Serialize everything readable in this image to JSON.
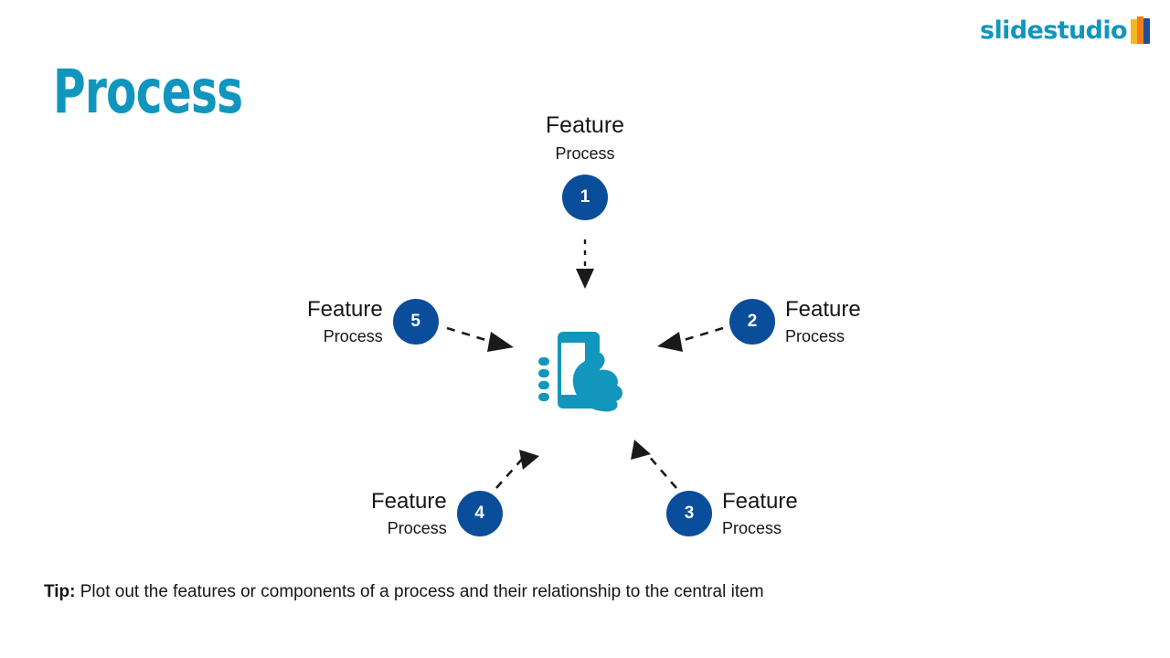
{
  "logo": {
    "text": "slidestudio",
    "mark_colors": [
      "#f5b722",
      "#f07f17",
      "#1d4f9e"
    ],
    "text_color": "#1096be"
  },
  "title": "Process",
  "theme": {
    "accent_teal": "#1096be",
    "badge_blue": "#0a4e9b",
    "text_dark": "#16161a",
    "connector_dark": "#1a1a1a",
    "background": "#ffffff"
  },
  "diagram": {
    "center_icon": "hand-holding-smartphone-icon",
    "center_icon_color": "#1296bd",
    "nodes": [
      {
        "number": "1",
        "feature": "Feature",
        "sub": "Process",
        "position": "top"
      },
      {
        "number": "2",
        "feature": "Feature",
        "sub": "Process",
        "position": "right"
      },
      {
        "number": "3",
        "feature": "Feature",
        "sub": "Process",
        "position": "bottom-right"
      },
      {
        "number": "4",
        "feature": "Feature",
        "sub": "Process",
        "position": "bottom-left"
      },
      {
        "number": "5",
        "feature": "Feature",
        "sub": "Process",
        "position": "left"
      }
    ],
    "connectors": [
      {
        "from": "1",
        "to": "center",
        "style": "dashed-arrow",
        "direction": "down"
      },
      {
        "from": "2",
        "to": "center",
        "style": "dashed-arrow",
        "direction": "left-down"
      },
      {
        "from": "3",
        "to": "center",
        "style": "dashed-arrow",
        "direction": "up-left"
      },
      {
        "from": "4",
        "to": "center",
        "style": "dashed-arrow",
        "direction": "up-right"
      },
      {
        "from": "5",
        "to": "center",
        "style": "dashed-arrow",
        "direction": "right-down"
      }
    ]
  },
  "tip": {
    "label": "Tip:",
    "text": " Plot out the features or components of a process and their relationship to the central item"
  }
}
